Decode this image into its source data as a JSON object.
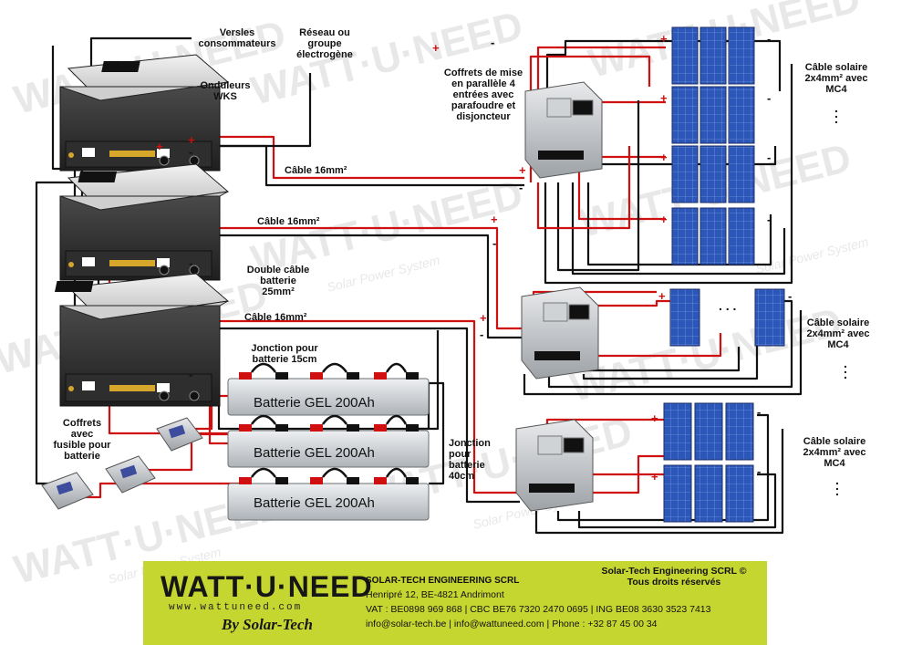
{
  "labels": {
    "consumers": "Versles\nconsommateurs",
    "grid": "Réseau ou\ngroupe\nélectrogène",
    "inverters": "Onduleurs\nWKS",
    "combiner": "Coffrets de mise\nen parallèle 4\nentrées avec\nparafoudre et\ndisjoncteur",
    "solar_cable": "Câble solaire\n2x4mm² avec\nMC4",
    "cable16_a": "Câble 16mm²",
    "cable16_b": "Câble 16mm²",
    "cable16_c": "Câble 16mm²",
    "double_cable": "Double câble\nbatterie\n25mm²",
    "junction_15": "Jonction pour\nbatterie 15cm",
    "junction_40": "Jonction\npour\nbatterie\n40cm",
    "fuse_boxes": "Coffrets\navec\nfusible pour\nbatterie",
    "battery": "Batterie GEL 200Ah",
    "plus": "+",
    "minus": "-"
  },
  "footer": {
    "brand": "WATT·U·NEED",
    "brand_url": "www.wattuneed.com",
    "brand_by": "By Solar-Tech",
    "company_name": "SOLAR-TECH ENGINEERING SCRL",
    "address": "Henripré 12, BE-4821 Andrimont",
    "vat": "VAT : BE0898 969 868  | CBC BE76 7320 2470 0695 | ING BE08 3630 3523 7413",
    "contact": "info@solar-tech.be | info@wattuneed.com |  Phone : +32 87 45 00 34",
    "copyright": "Solar-Tech Engineering SCRL ©\nTous droits réservés"
  },
  "watermark": {
    "text": "WATT·U·NEED",
    "tagline": "Solar Power System"
  },
  "colors": {
    "positive_wire": "#d01010",
    "negative_wire": "#111111",
    "footer_bg": "#c6d631",
    "panel_blue": "#2c57b8",
    "inverter_body": "#3b3b3b",
    "battery_body": "#c9ccd0"
  }
}
